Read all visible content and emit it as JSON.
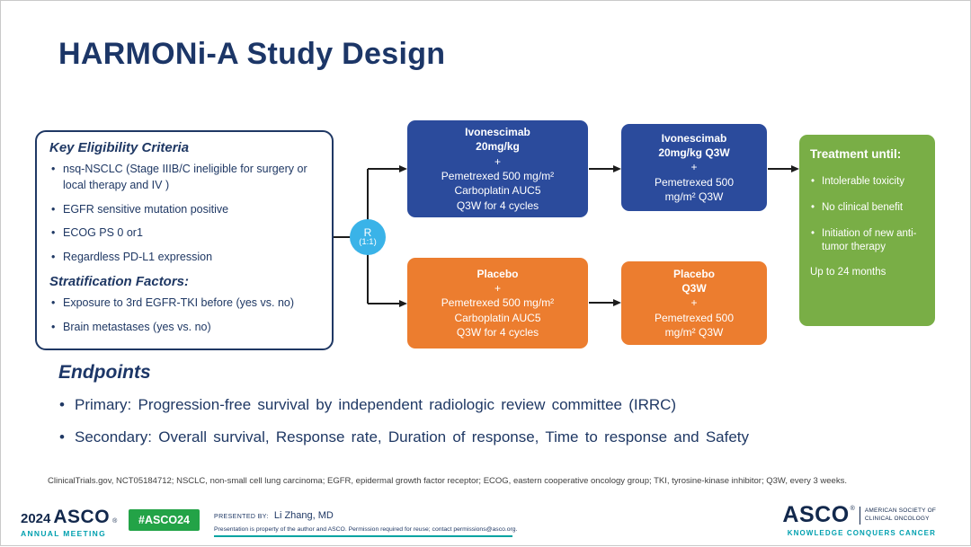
{
  "title": "HARMONi-A Study Design",
  "eligibility": {
    "heading": "Key Eligibility Criteria",
    "items": [
      "nsq-NSCLC (Stage IIIB/C ineligible for surgery or local therapy and IV )",
      "EGFR sensitive mutation positive",
      "ECOG PS 0 or1",
      "Regardless PD-L1 expression"
    ],
    "strat_heading": "Stratification Factors:",
    "strat_items": [
      "Exposure to 3rd EGFR-TKI before (yes vs. no)",
      "Brain metastases (yes vs. no)"
    ]
  },
  "randomization": {
    "letter": "R",
    "ratio": "(1:1)"
  },
  "arm_top": {
    "box1": {
      "line1": "Ivonescimab",
      "line2": "20mg/kg",
      "plus": "+",
      "line3": "Pemetrexed 500 mg/m²",
      "line4": "Carboplatin AUC5",
      "line5": "Q3W for 4 cycles"
    },
    "box2": {
      "line1": "Ivonescimab",
      "line2": "20mg/kg Q3W",
      "plus": "+",
      "line3": "Pemetrexed 500",
      "line4": "mg/m² Q3W"
    }
  },
  "arm_bottom": {
    "box1": {
      "line1": "Placebo",
      "plus": "+",
      "line3": "Pemetrexed 500 mg/m²",
      "line4": "Carboplatin AUC5",
      "line5": "Q3W for 4 cycles"
    },
    "box2": {
      "line1": "Placebo",
      "line2": "Q3W",
      "plus": "+",
      "line3": "Pemetrexed 500",
      "line4": "mg/m² Q3W"
    }
  },
  "treatment": {
    "heading": "Treatment until:",
    "items": [
      "Intolerable toxicity",
      "No clinical benefit",
      "Initiation of new anti-tumor therapy"
    ],
    "footer_note": "Up to 24 months"
  },
  "endpoints": {
    "heading": "Endpoints",
    "primary": "Primary: Progression-free survival by independent radiologic review committee (IRRC)",
    "secondary": "Secondary: Overall survival, Response rate, Duration of response, Time to response and Safety"
  },
  "footnote": "ClinicalTrials.gov, NCT05184712; NSCLC, non-small cell lung carcinoma; EGFR, epidermal growth factor receptor; ECOG, eastern cooperative oncology group; TKI, tyrosine-kinase inhibitor; Q3W, every 3 weeks.",
  "footer": {
    "meeting_year": "2024",
    "meeting_name": "ASCO",
    "meeting_reg": "®",
    "meeting_sub": "ANNUAL MEETING",
    "hashtag": "#ASCO24",
    "presented_by_label": "PRESENTED BY:",
    "presenter": "Li Zhang, MD",
    "disclaimer": "Presentation is property of the author and ASCO. Permission required for reuse; contact permissions@asco.org.",
    "asco_logo": "ASCO",
    "asco_reg": "®",
    "asco_sub1": "AMERICAN SOCIETY OF",
    "asco_sub2": "CLINICAL ONCOLOGY",
    "asco_tagline": "KNOWLEDGE CONQUERS CANCER"
  },
  "colors": {
    "title_navy": "#1c3667",
    "arm_blue": "#2B4B9C",
    "arm_orange": "#EC7D2F",
    "treatment_green": "#79AE46",
    "randomization_blue": "#3AB3E8",
    "brand_teal": "#00A0AF",
    "badge_green": "#23A347"
  }
}
